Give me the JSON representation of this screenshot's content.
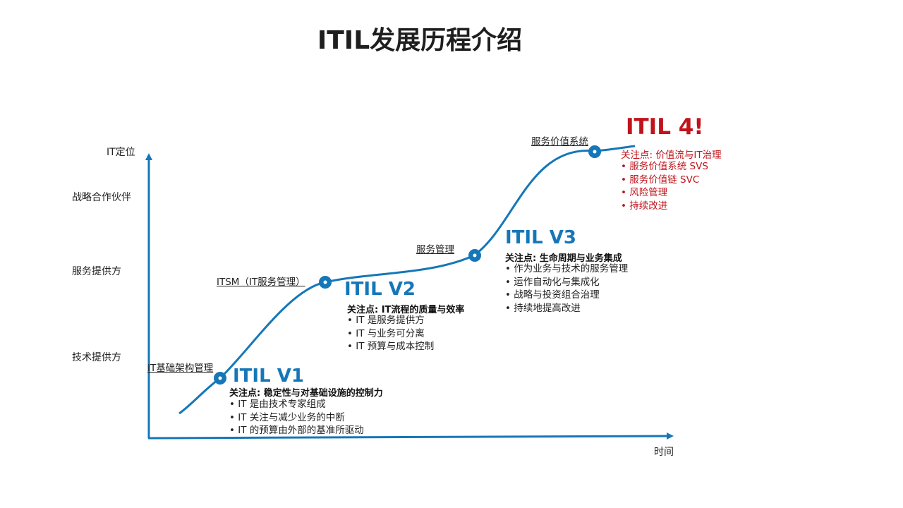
{
  "title": "ITIL发展历程介绍",
  "axes": {
    "y_label": "IT定位",
    "x_label": "时间",
    "y_levels": [
      "战略合作伙伴",
      "服务提供方",
      "技术提供方"
    ]
  },
  "stages": [
    {
      "version": "ITIL V1",
      "milestone": "IT基础架构管理",
      "focus": "关注点: 稳定性与对基础设施的控制力",
      "points": [
        "IT 是由技术专家组成",
        "IT 关注与减少业务的中断",
        "IT 的预算由外部的基准所驱动"
      ]
    },
    {
      "version": "ITIL V2",
      "milestone": "ITSM（IT服务管理）",
      "focus": "关注点: IT流程的质量与效率",
      "points": [
        "IT 是服务提供方",
        "IT 与业务可分离",
        "IT 预算与成本控制"
      ]
    },
    {
      "version": "ITIL V3",
      "milestone": "服务管理",
      "focus": "关注点: 生命周期与业务集成",
      "points": [
        "作为业务与技术的服务管理",
        "运作自动化与集成化",
        "战略与投资组合治理",
        "持续地提高改进"
      ]
    },
    {
      "version": "ITIL 4!",
      "milestone": "服务价值系统",
      "focus": "关注点: 价值流与IT治理",
      "points": [
        "服务价值系统 SVS",
        "服务价值链 SVC",
        "风险管理",
        "持续改进"
      ]
    }
  ],
  "colors": {
    "curve": "#1577b8",
    "v4": "#c0141c",
    "title": "#1f1f1f"
  }
}
